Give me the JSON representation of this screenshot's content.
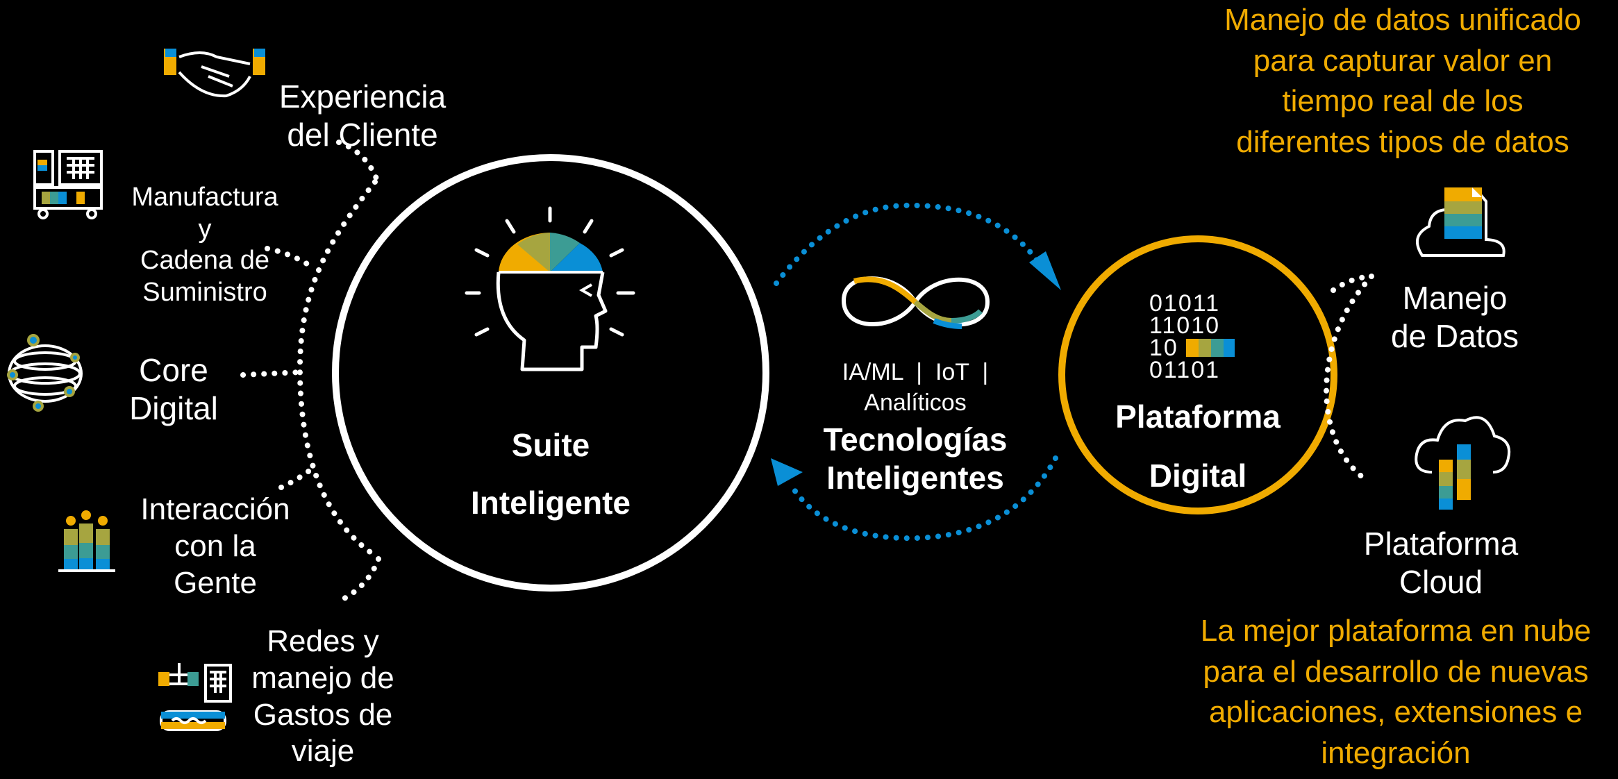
{
  "colors": {
    "background": "#000000",
    "white": "#FFFFFF",
    "orange": "#F0AB00",
    "blue": "#0A8FD6",
    "teal": "#3C9C94",
    "olive": "#A6A540",
    "gold": "#E1C332"
  },
  "left_items": [
    {
      "label": "Experiencia\ndel Cliente",
      "icon": "handshake-icon"
    },
    {
      "label": "Manufactura\ny\nCadena de\nSuministro",
      "icon": "factory-truck-icon"
    },
    {
      "label": "Core\nDigital",
      "icon": "globe-orbit-icon"
    },
    {
      "label": "Interacción\ncon la\nGente",
      "icon": "people-icon"
    },
    {
      "label": "Redes y\nmanejo de\nGastos de\nviaje",
      "icon": "travel-expense-icon"
    }
  ],
  "suite": {
    "line1": "Suite",
    "line2": "Inteligente",
    "icon": "brain-head-icon"
  },
  "tech": {
    "subtitle_line1": "IA/ML  |  IoT  |",
    "subtitle_line2": "Analíticos",
    "title_line1": "Tecnologías",
    "title_line2": "Inteligentes",
    "icon": "infinity-icon"
  },
  "platform": {
    "line1": "Plataforma",
    "line2": "Digital",
    "binary": [
      "01011",
      "11010",
      "10",
      "01101"
    ],
    "icon": "binary-data-icon"
  },
  "right_items": [
    {
      "label": "Manejo\nde Datos",
      "icon": "cloud-database-icon"
    },
    {
      "label": "Plataforma\nCloud",
      "icon": "cloud-platform-icon"
    }
  ],
  "notes": {
    "top": "Manejo de datos unificado\npara capturar valor en\ntiempo real de los\ndiferentes tipos de datos",
    "bottom": "La mejor plataforma en nube\npara el desarrollo de nuevas\naplicaciones, extensiones e\nintegración"
  }
}
